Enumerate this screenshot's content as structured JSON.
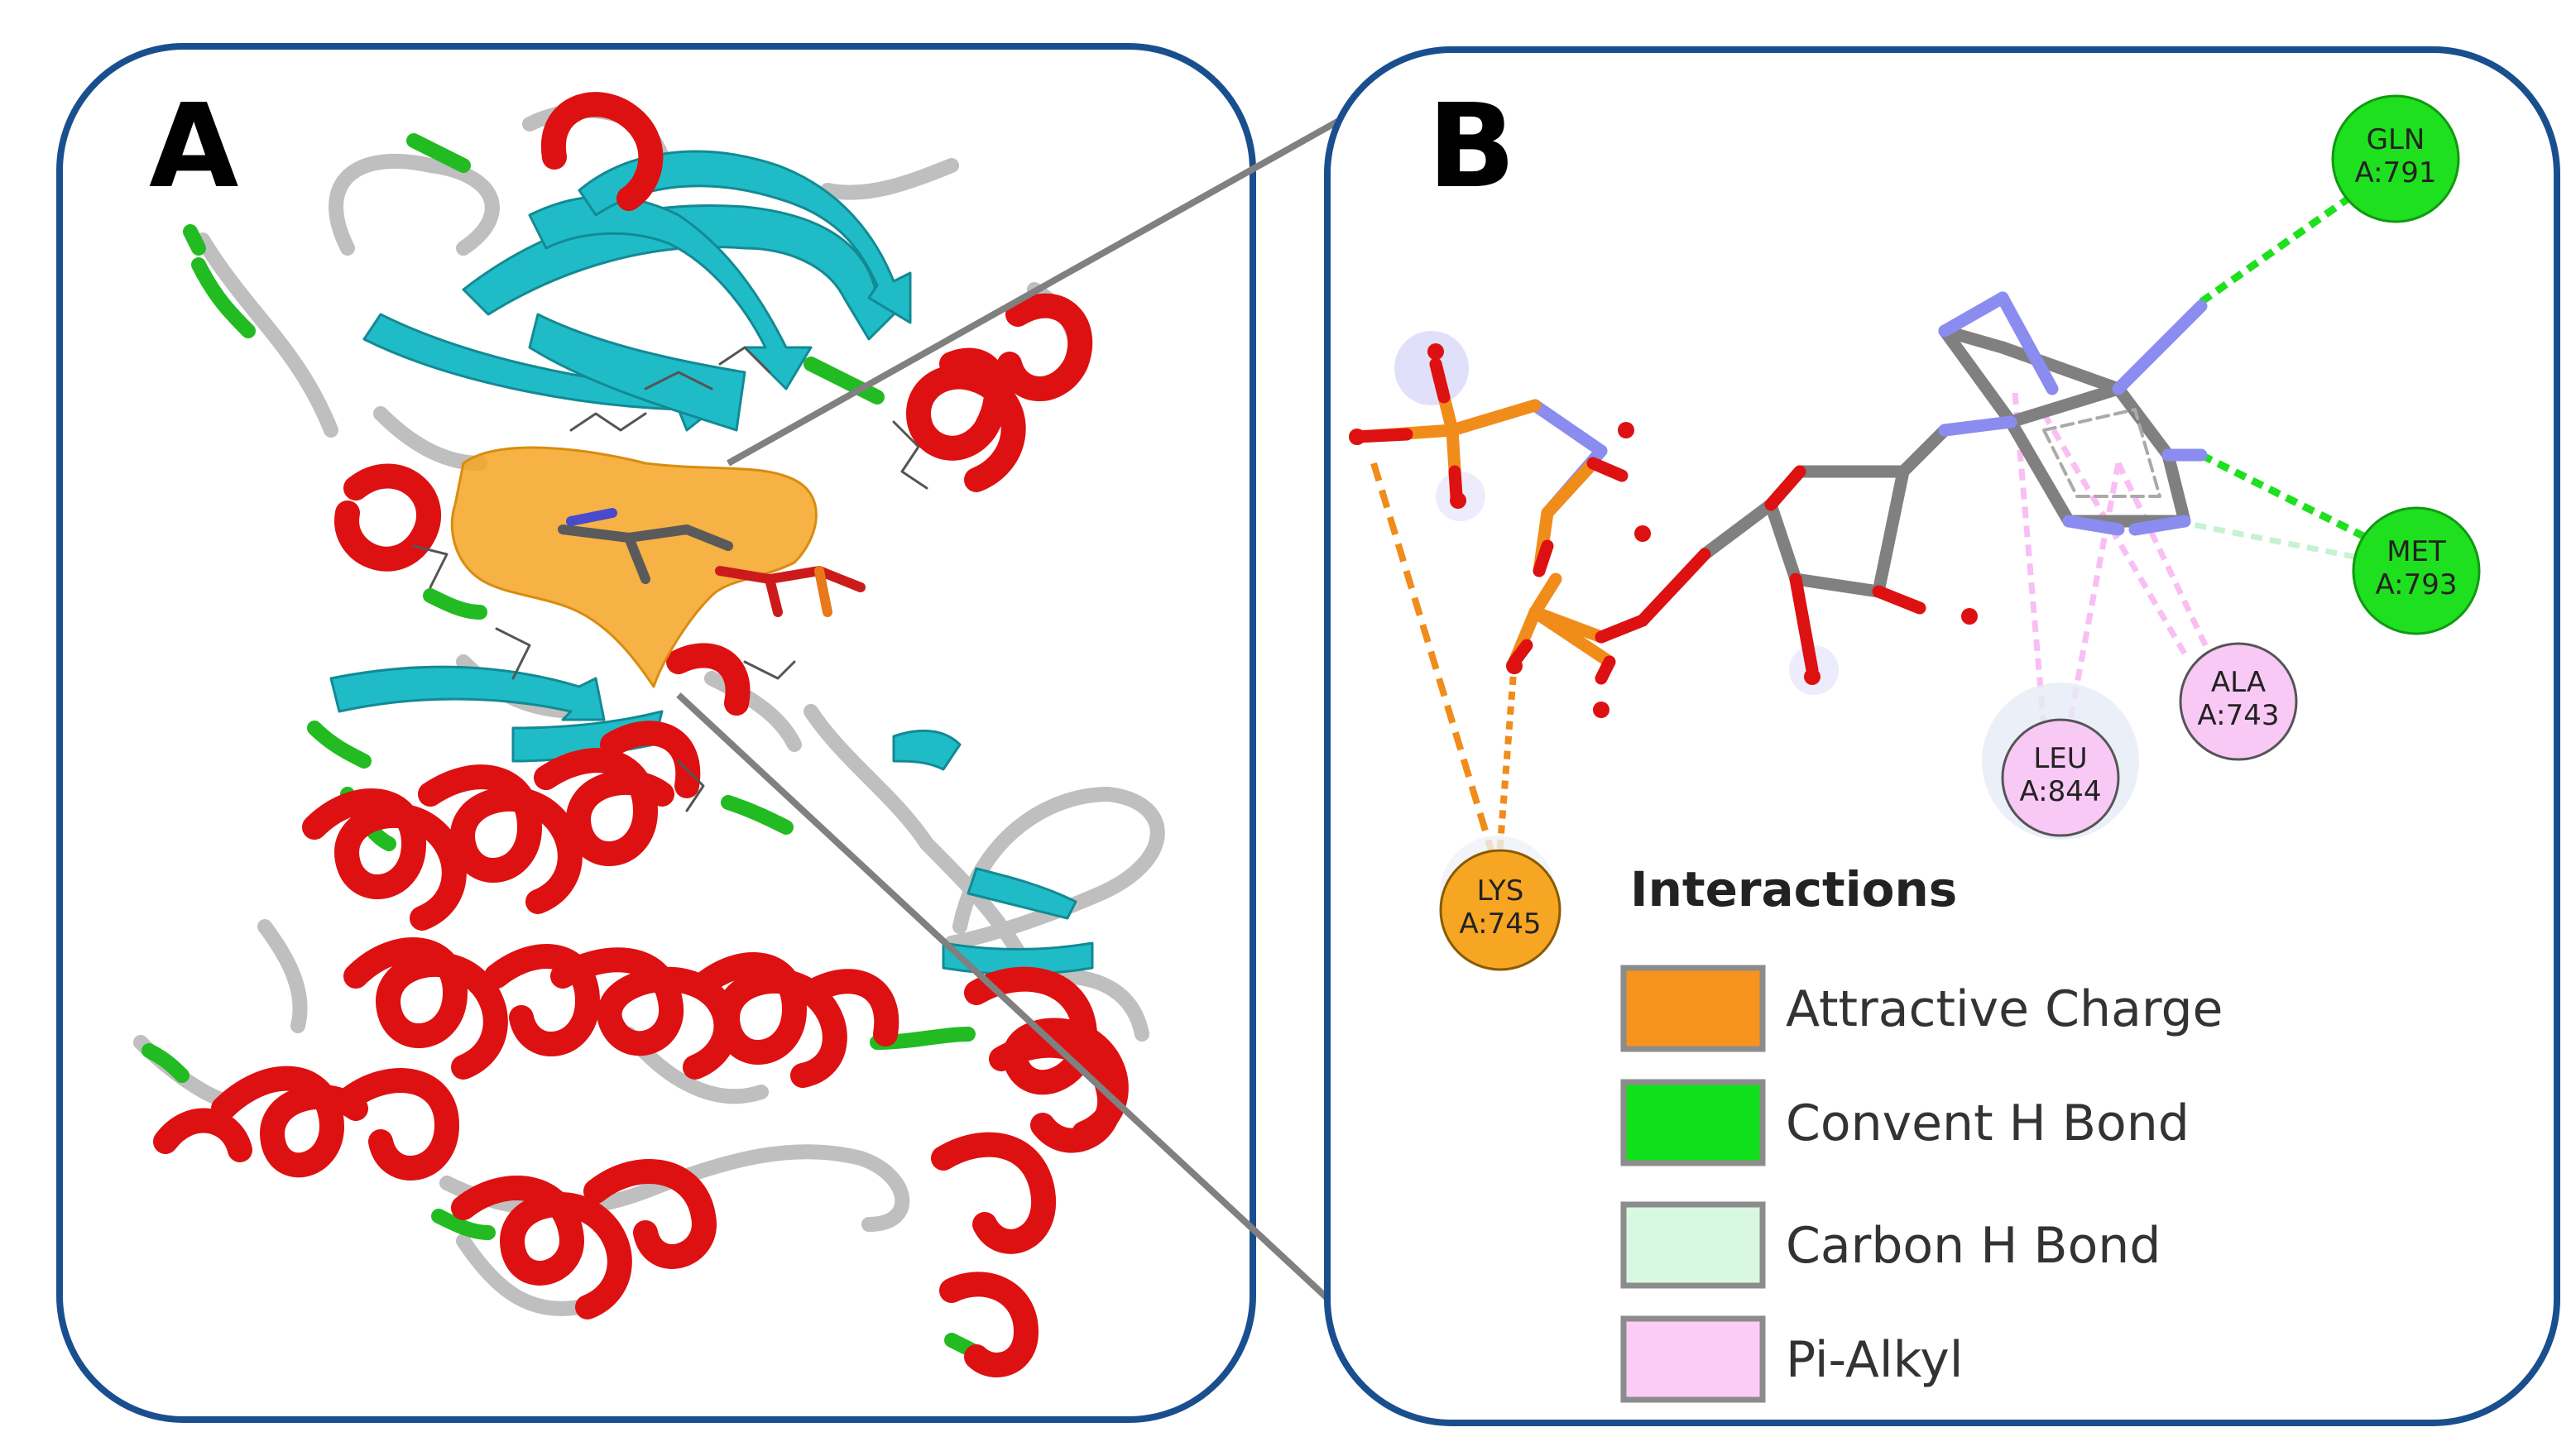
{
  "panels": {
    "a": {
      "letter": "A"
    },
    "b": {
      "letter": "B"
    }
  },
  "colors": {
    "frame": "#1a4f8f",
    "connector": "#808080",
    "helix": "#dd1111",
    "sheet": "#1fbcc8",
    "turn": "#22bb22",
    "coil": "#bfbfbf",
    "pocket": "#f4a425",
    "bond": "#808080",
    "phosphorus": "#f08c1a",
    "oxygen": "#dd1111",
    "nitrogen": "#8a8cf0"
  },
  "residues": [
    {
      "id": "gln791",
      "name": "GLN",
      "chain_pos": "A:791",
      "fill": "#1ee01e",
      "stroke": "#119911"
    },
    {
      "id": "met793",
      "name": "MET",
      "chain_pos": "A:793",
      "fill": "#1ee01e",
      "stroke": "#119911"
    },
    {
      "id": "ala743",
      "name": "ALA",
      "chain_pos": "A:743",
      "fill": "#f9c9f6",
      "stroke": "#555555"
    },
    {
      "id": "leu844",
      "name": "LEU",
      "chain_pos": "A:844",
      "fill": "#f9c9f6",
      "stroke": "#555555"
    },
    {
      "id": "lys745",
      "name": "LYS",
      "chain_pos": "A:745",
      "fill": "#f6a623",
      "stroke": "#8a5a00"
    }
  ],
  "legend": {
    "title": "Interactions",
    "items": [
      {
        "label": "Attractive Charge",
        "color": "#f6941d"
      },
      {
        "label": "Convent H Bond",
        "color": "#10e01a"
      },
      {
        "label": "Carbon H Bond",
        "color": "#d9f8e1"
      },
      {
        "label": "Pi-Alkyl",
        "color": "#fbcdf6"
      }
    ]
  }
}
